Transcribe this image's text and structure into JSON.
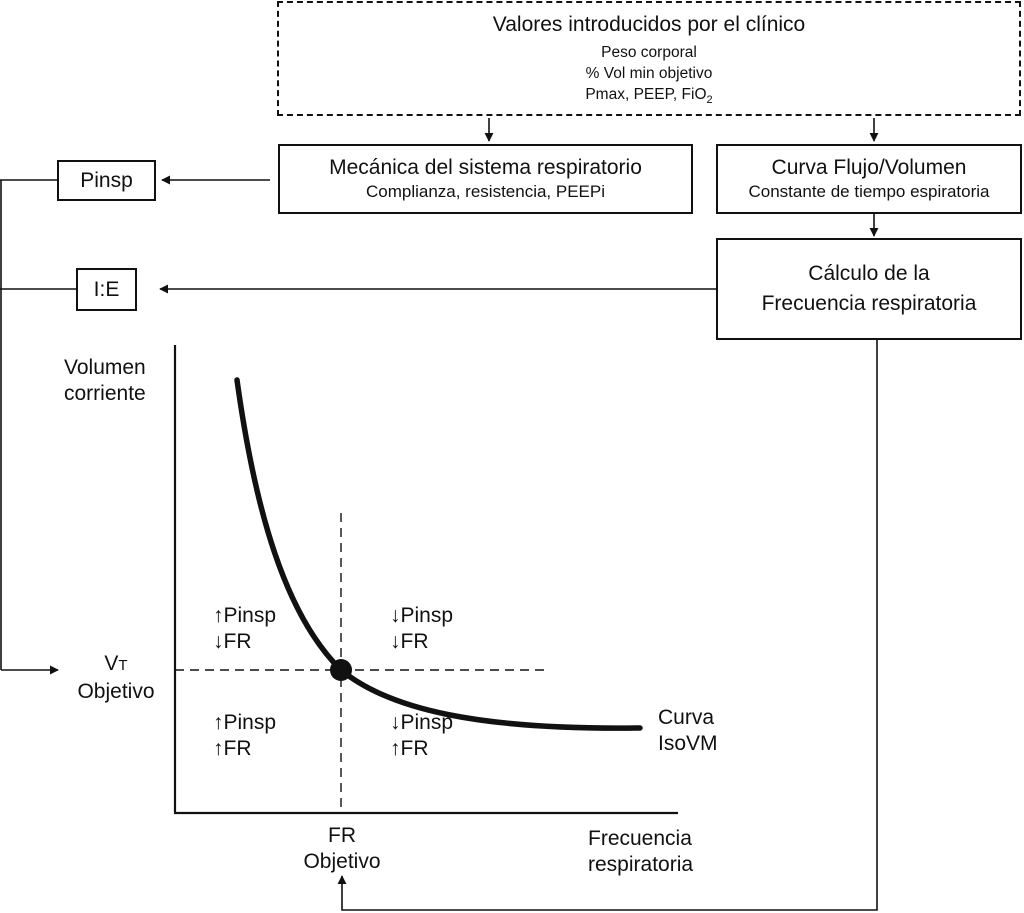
{
  "inputs": {
    "title": "Valores introducidos por el clínico",
    "line1": "Peso corporal",
    "line2": "% Vol min objetivo",
    "line3_prefix": "Pmax, PEEP, FiO",
    "line3_sub": "2"
  },
  "mechanics": {
    "title": "Mecánica del sistema respiratorio",
    "subtitle": "Complianza, resistencia, PEEPi"
  },
  "flow_volume": {
    "title": "Curva Flujo/Volumen",
    "subtitle": "Constante de tiempo espiratoria"
  },
  "rate_calc": {
    "line1": "Cálculo de la",
    "line2": "Frecuencia respiratoria"
  },
  "pinsp_box": "Pinsp",
  "ie_box": "I:E",
  "graph": {
    "ylabel_line1": "Volumen",
    "ylabel_line2": "corriente",
    "vt_line1_main": "V",
    "vt_line1_sub": "T",
    "vt_line2": "Objetivo",
    "fr_line1": "FR",
    "fr_line2": "Objetivo",
    "xlabel_line1": "Frecuencia",
    "xlabel_line2": "respiratoria",
    "curve_line1": "Curva",
    "curve_line2": "IsoVM",
    "q_upper_left": [
      "↑Pinsp",
      "↓FR"
    ],
    "q_upper_right": [
      "↓Pinsp",
      "↓FR"
    ],
    "q_lower_left": [
      "↑Pinsp",
      "↑FR"
    ],
    "q_lower_right": [
      "↓Pinsp",
      "↑FR"
    ]
  }
}
